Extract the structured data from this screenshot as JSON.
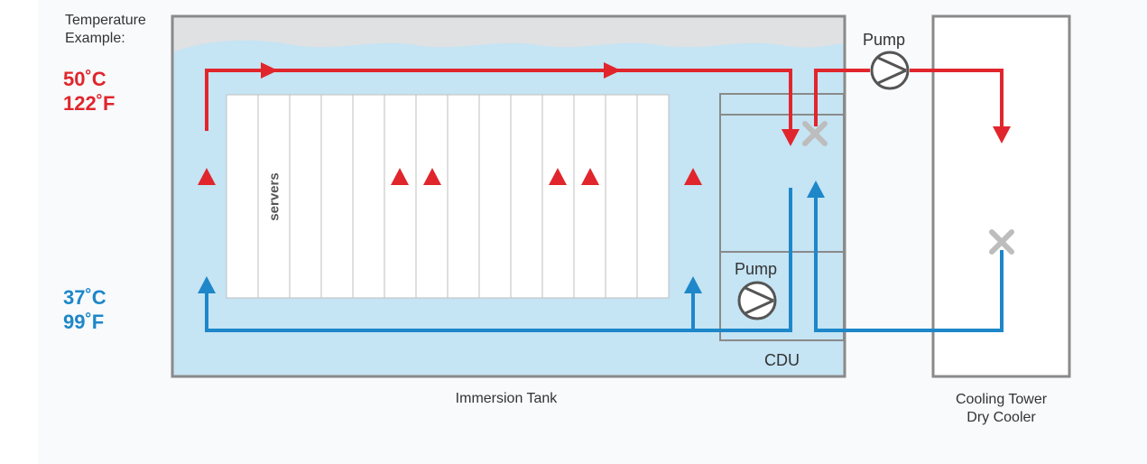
{
  "temperature_example": {
    "heading_line1": "Temperature",
    "heading_line2": "Example:",
    "hot": {
      "celsius": "50˚C",
      "fahrenheit": "122˚F",
      "color": "#e0262c"
    },
    "cold": {
      "celsius": "37˚C",
      "fahrenheit": "99˚F",
      "color": "#1d87c9"
    }
  },
  "labels": {
    "servers": "servers",
    "pump_main": "Pump",
    "pump_cdu": "Pump",
    "cdu": "CDU",
    "immersion_tank": "Immersion Tank",
    "cooling_tower_line1": "Cooling Tower",
    "cooling_tower_line2": "Dry Cooler"
  },
  "colors": {
    "hot_flow": "#e0262c",
    "cold_flow": "#1d87c9",
    "coolant": "#c5e4f4",
    "frame": "#8a8a8a",
    "valve": "#bdbdbd"
  },
  "icons": [
    "pump-icon",
    "valve-icon",
    "flow-arrow-icon"
  ]
}
